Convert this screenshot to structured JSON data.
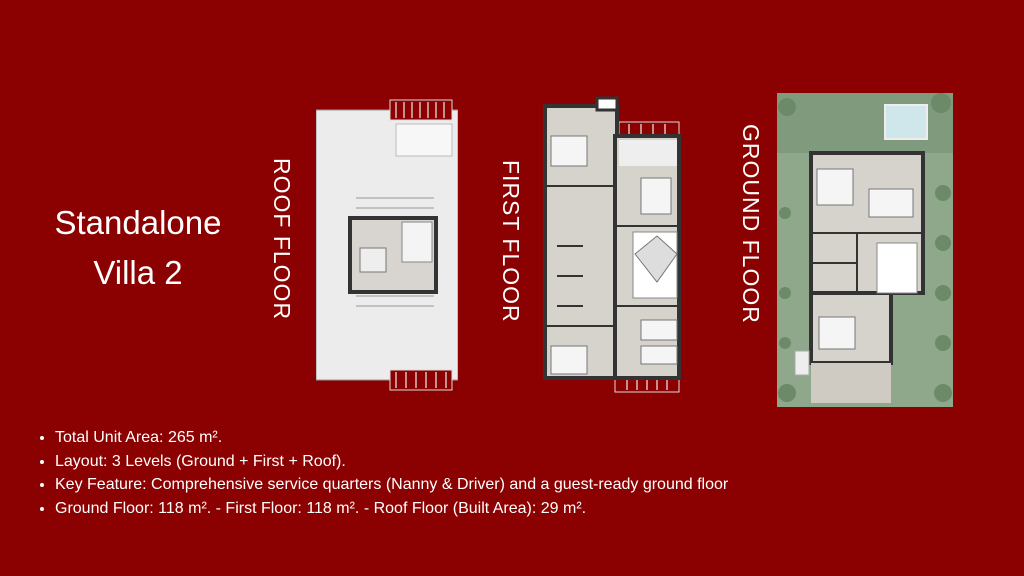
{
  "title": {
    "line1": "Standalone",
    "line2": "Villa 2"
  },
  "floor_labels": {
    "roof": "ROOF FLOOR",
    "first": "FIRST FLOOR",
    "ground": "GROUND FLOOR"
  },
  "bullets": [
    "Total Unit Area: 265 m².",
    "Layout: 3 Levels (Ground + First + Roof).",
    "Key Feature: Comprehensive service quarters (Nanny & Driver) and a guest-ready ground floor",
    "Ground Floor: 118 m². - First Floor: 118 m². - Roof Floor (Built Area): 29 m²."
  ],
  "colors": {
    "background": "#8b0000",
    "text": "#ffffff"
  }
}
